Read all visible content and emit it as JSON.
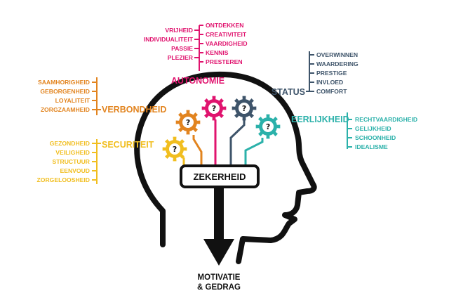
{
  "colors": {
    "autonomie": "#E0136E",
    "status": "#3E546A",
    "verbondheid": "#E2841F",
    "securiteit": "#F1BE1F",
    "eerlijkheid": "#2BB1AA",
    "head": "#111111",
    "arrow": "#111111"
  },
  "autonomie": {
    "label": "AUTONOMIE",
    "left_items": [
      "VRIJHEID",
      "INDIVIDUALITEIT",
      "PASSIE",
      "PLEZIER"
    ],
    "right_items": [
      "ONTDEKKEN",
      "CREATIVITEIT",
      "VAARDIGHEID",
      "KENNIS",
      "PRESTEREN"
    ]
  },
  "status": {
    "label": "STATUS",
    "items": [
      "OVERWINNEN",
      "WAARDERING",
      "PRESTIGE",
      "INVLOED",
      "COMFORT"
    ]
  },
  "verbondheid": {
    "label": "VERBONDHEID",
    "items": [
      "SAAMHORIGHEID",
      "GEBORGENHEID",
      "LOYALITEIT",
      "ZORGZAAMHEID"
    ]
  },
  "eerlijkheid": {
    "label": "EERLIJKHEID",
    "items": [
      "RECHTVAARDIGHEID",
      "GELIJKHEID",
      "SCHOONHEID",
      "IDEALISME"
    ]
  },
  "securiteit": {
    "label": "SECURITEIT",
    "items": [
      "GEZONDHEID",
      "VEILIGHEID",
      "STRUCTUUR",
      "EENVOUD",
      "ZORGELOOSHEID"
    ]
  },
  "center": {
    "label": "ZEKERHEID"
  },
  "gears": [
    {
      "name": "yellow",
      "mark": "?"
    },
    {
      "name": "orange",
      "mark": "?"
    },
    {
      "name": "pink",
      "mark": "?"
    },
    {
      "name": "slate",
      "mark": "?"
    },
    {
      "name": "teal",
      "mark": "?"
    }
  ],
  "output": {
    "line1": "MOTIVATIE",
    "line2": "& GEDRAG"
  }
}
